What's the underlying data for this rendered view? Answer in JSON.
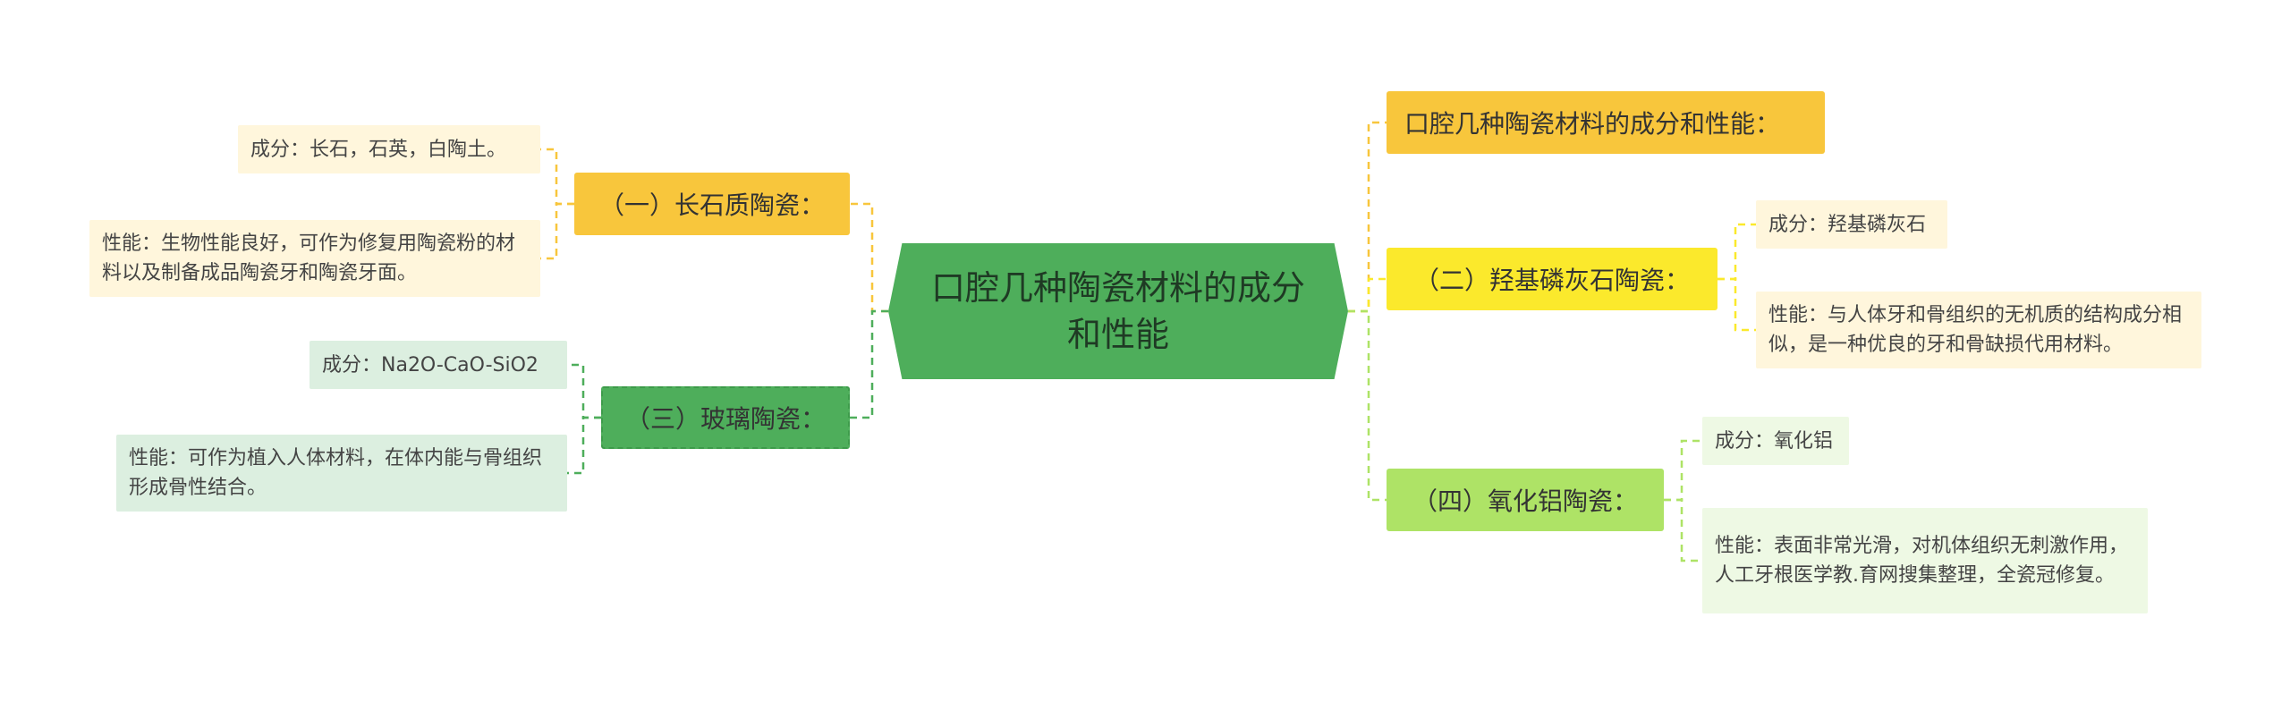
{
  "root": {
    "label": "口腔几种陶瓷材料的成分和性能"
  },
  "branches": [
    {
      "id": "b0",
      "label": "口腔几种陶瓷材料的成分和性能：",
      "color": "#f8c63c"
    },
    {
      "id": "b1",
      "label": "（一）长石质陶瓷：",
      "color": "#f8c63c",
      "leaves": [
        {
          "id": "l1a",
          "text": "成分：长石，石英，白陶土。"
        },
        {
          "id": "l1b",
          "text": "性能：生物性能良好，可作为修复用陶瓷粉的材料以及制备成品陶瓷牙和陶瓷牙面。"
        }
      ]
    },
    {
      "id": "b2",
      "label": "（二）羟基磷灰石陶瓷：",
      "color": "#fbe92c",
      "leaves": [
        {
          "id": "l2a",
          "text": "成分：羟基磷灰石"
        },
        {
          "id": "l2b",
          "text": "性能：与人体牙和骨组织的无机质的结构成分相似，是一种优良的牙和骨缺损代用材料。"
        }
      ]
    },
    {
      "id": "b3",
      "label": "（三）玻璃陶瓷：",
      "color": "#4eae5b",
      "leaves": [
        {
          "id": "l3a",
          "text": "成分：Na2O-CaO-SiO2"
        },
        {
          "id": "l3b",
          "text": "性能：可作为植入人体材料，在体内能与骨组织形成骨性结合。"
        }
      ]
    },
    {
      "id": "b4",
      "label": "（四）氧化铝陶瓷：",
      "color": "#aee366",
      "leaves": [
        {
          "id": "l4a",
          "text": "成分：氧化铝"
        },
        {
          "id": "l4b",
          "text": "性能：表面非常光滑，对机体组织无刺激作用，人工牙根医学教.育网搜集整理，全瓷冠修复。"
        }
      ]
    }
  ],
  "colors": {
    "yellow": "#f8c63c",
    "bright_yellow": "#fbe92c",
    "green": "#4eae5b",
    "light_green": "#aee366"
  }
}
